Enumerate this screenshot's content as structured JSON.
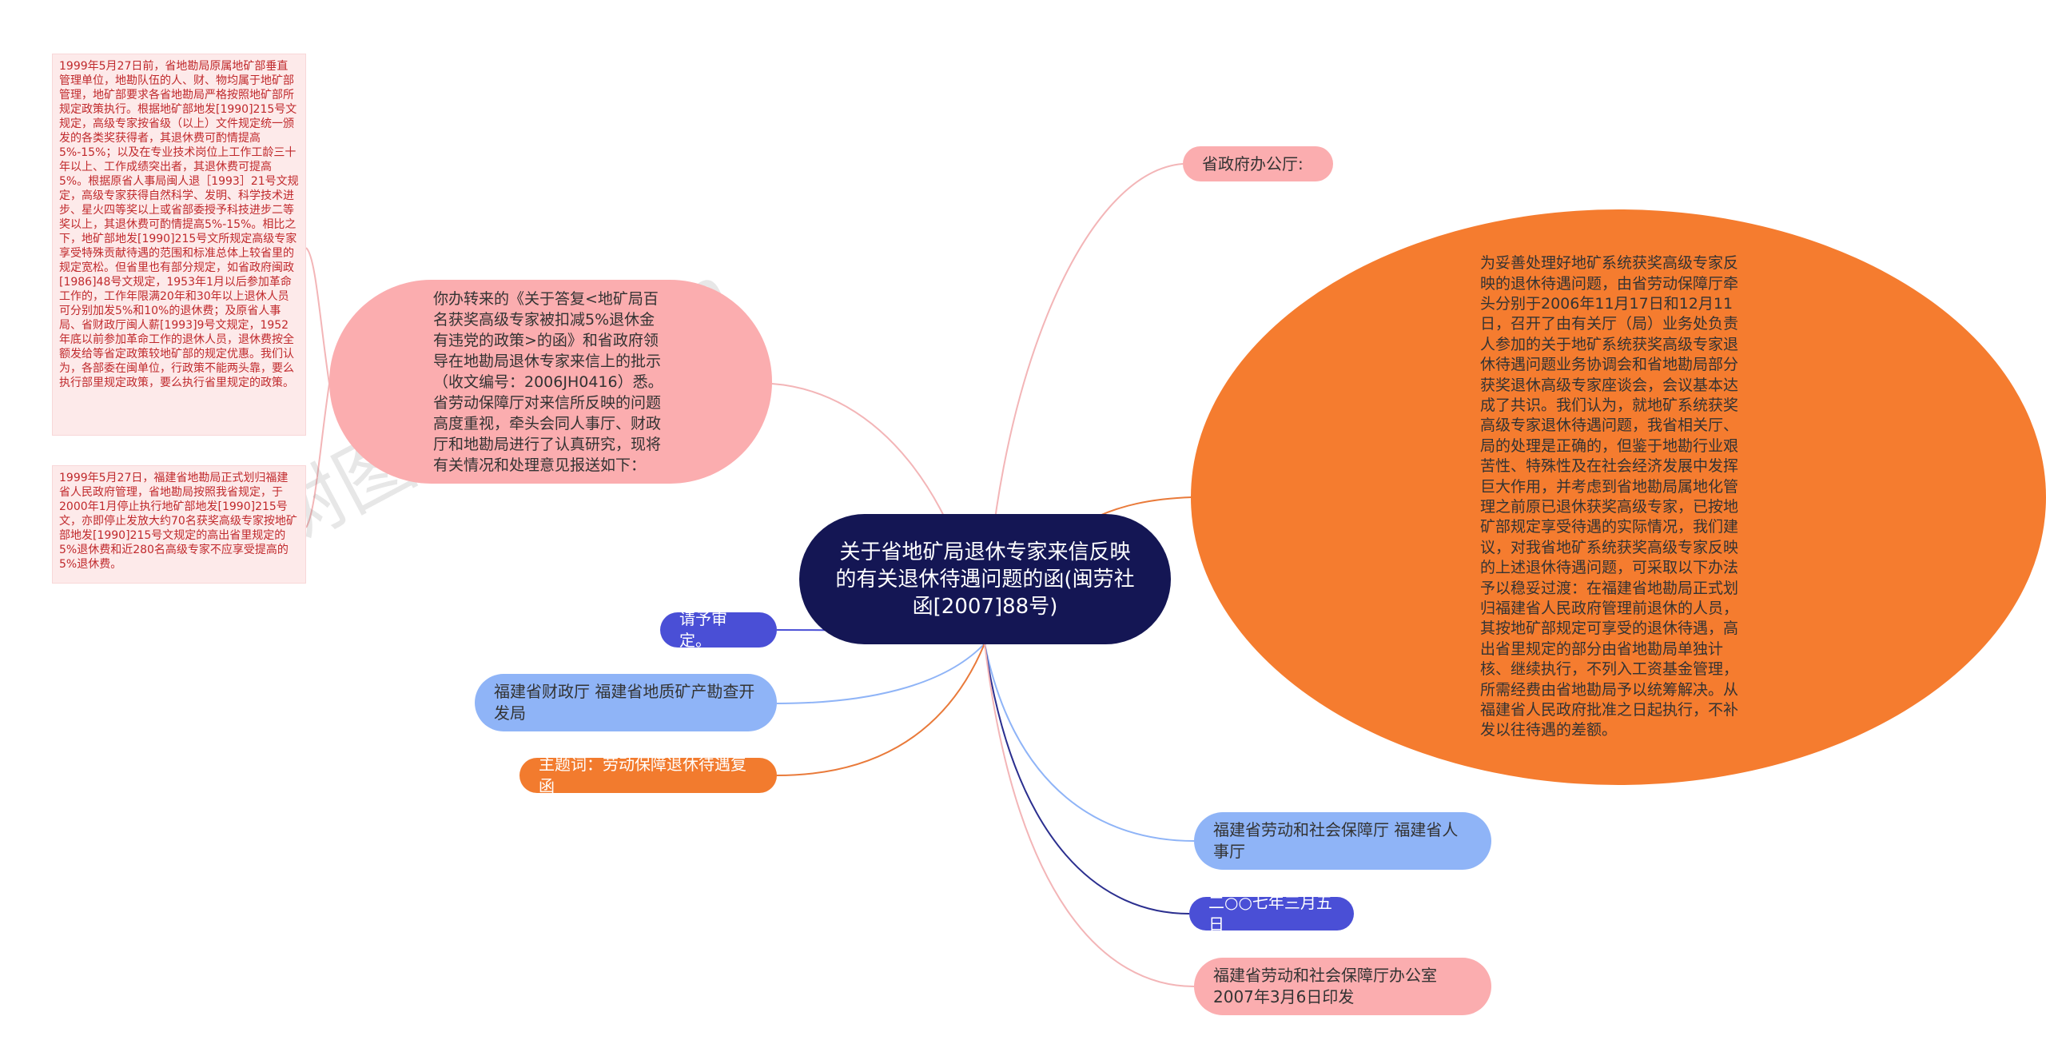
{
  "root": {
    "title": "关于省地矿局退休专家来信反映的有关退休待遇问题的函(闽劳社函[2007]88号)"
  },
  "nodes": {
    "gov_office": "省政府办公厅:",
    "intro": "你办转来的《关于答复<地矿局百名获奖高级专家被扣减5%退休金有违党的政策>的函》和省政府领导在地勘局退休专家来信上的批示（收文编号：2006JH0416）悉。省劳动保障厅对来信所反映的问题高度重视，牵头会同人事厅、财政厅和地勘局进行了认真研究，现将有关情况和处理意见报送如下：",
    "note1": "1999年5月27日前，省地勘局原属地矿部垂直管理单位，地勘队伍的人、财、物均属于地矿部管理，地矿部要求各省地勘局严格按照地矿部所规定政策执行。根据地矿部地发[1990]215号文规定，高级专家按省级（以上）文件规定统一颁发的各类奖获得者，其退休费可酌情提高5%-15%；以及在专业技术岗位上工作工龄三十年以上、工作成绩突出者，其退休费可提高5%。根据原省人事局闽人退［1993］21号文规定，高级专家获得自然科学、发明、科学技术进步、星火四等奖以上或省部委授予科技进步二等奖以上，其退休费可酌情提高5%-15%。相比之下，地矿部地发[1990]215号文所规定高级专家享受特殊贡献待遇的范围和标准总体上较省里的规定宽松。但省里也有部分规定，如省政府闽政[1986]48号文规定，1953年1月以后参加革命工作的，工作年限满20年和30年以上退休人员可分别加发5%和10%的退休费；及原省人事局、省财政厅闽人薪[1993]9号文规定，1952年底以前参加革命工作的退休人员，退休费按全额发给等省定政策较地矿部的规定优惠。我们认为，各部委在闽单位，行政策不能两头靠，要么执行部里规定政策，要么执行省里规定的政策。",
    "note2": "1999年5月27日，福建省地勘局正式划归福建省人民政府管理，省地勘局按照我省规定，于2000年1月停止执行地矿部地发[1990]215号文，亦即停止发放大约70名获奖高级专家按地矿部地发[1990]215号文规定的高出省里规定的5%退休费和近280名高级专家不应享受提高的5%退休费。",
    "request": "请予审定。",
    "cc": "福建省财政厅 福建省地质矿产勘查开发局",
    "keywords": "主题词：劳动保障退休待遇复函",
    "opinion": "为妥善处理好地矿系统获奖高级专家反映的退休待遇问题，由省劳动保障厅牵头分别于2006年11月17日和12月11日，召开了由有关厅（局）业务处负责人参加的关于地矿系统获奖高级专家退休待遇问题业务协调会和省地勘局部分获奖退休高级专家座谈会，会议基本达成了共识。我们认为，就地矿系统获奖高级专家退休待遇问题，我省相关厅、局的处理是正确的，但鉴于地勘行业艰苦性、特殊性及在社会经济发展中发挥巨大作用，并考虑到省地勘局属地化管理之前原已退休获奖高级专家，已按地矿部规定享受待遇的实际情况，我们建议，对我省地矿系统获奖高级专家反映的上述退休待遇问题，可采取以下办法予以稳妥过渡：在福建省地勘局正式划归福建省人民政府管理前退休的人员，其按地矿部规定可享受的退休待遇，高出省里规定的部分由省地勘局单独计核、继续执行，不列入工资基金管理，所需经费由省地勘局予以统筹解决。从福建省人民政府批准之日起执行，不补发以往待遇的差额。",
    "issuer": "福建省劳动和社会保障厅 福建省人事厅",
    "date": "二○○七年三月五日",
    "print": "福建省劳动和社会保障厅办公室 2007年3月6日印发"
  },
  "watermark": "树图 shutu.cn",
  "colors": {
    "root": "#141654",
    "pink": "#fbadaf",
    "blue": "#8fb4f7",
    "navy": "#4a4fd6",
    "orange": "#f27b2e"
  }
}
